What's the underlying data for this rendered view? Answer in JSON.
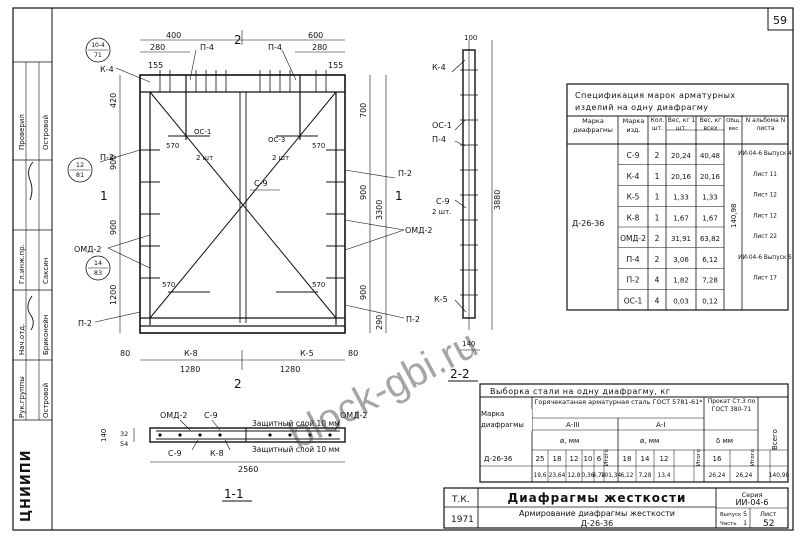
{
  "page_number": "59",
  "stamp": {
    "organization": "ЦНИИПИ"
  },
  "watermark": "block-gbi.ru",
  "left_strip": {
    "rows": [
      {
        "role": "Проверил",
        "name": "Островой"
      },
      {
        "role": "Гл.инж.пр.",
        "name": "Саксин"
      },
      {
        "role": "Нач.отд.",
        "name": "Бриконейн"
      },
      {
        "role": "Рук.группы",
        "name": "Островой"
      }
    ]
  },
  "plan": {
    "dims_top": [
      "400",
      "600",
      "280",
      "280",
      "155",
      "155"
    ],
    "section_marks": [
      "2",
      "2",
      "1",
      "1"
    ],
    "dims_left": [
      "420",
      "900",
      "900",
      "1200"
    ],
    "dims_right": [
      "700",
      "900",
      "3300",
      "900",
      "290"
    ],
    "dims_bottom": [
      "80",
      "1280",
      "1280",
      "80"
    ],
    "circle_tags": [
      {
        "num": "10-4",
        "den": "71"
      },
      {
        "num": "12",
        "den": "81"
      },
      {
        "num": "14",
        "den": "83"
      }
    ],
    "labels": {
      "k4": "К-4",
      "p4_left": "П-4",
      "p4_right": "П-4",
      "oc1_left": "ОС-1",
      "oc1_left_qty": "2 шт",
      "oc3_right": "ОС-3",
      "oc3_right_qty": "2 шт",
      "dim_570": "570",
      "p2": "П-2",
      "c9": "С-9",
      "omd2": "ОМД-2",
      "k8": "К-8",
      "k5": "К-5"
    }
  },
  "section22": {
    "title": "2-2",
    "dims": [
      "100",
      "3880",
      "140"
    ],
    "labels": {
      "k4": "К-4",
      "oc1": "ОС-1",
      "p4": "П-4",
      "c9": "С-9",
      "c9_qty": "2 шт.",
      "k5": "К-5"
    }
  },
  "section11": {
    "title": "1-1",
    "labels": {
      "omd2": "ОМД-2",
      "c9": "С-9",
      "k8": "К-8",
      "cover_top": "Защитный слой 10 мм",
      "cover_bottom": "Защитный слой 10 мм"
    },
    "dims": [
      "2560",
      "140",
      "32",
      "54"
    ]
  },
  "spec_table": {
    "title_line1": "Спецификация марок арматурных",
    "title_line2": "изделий на одну диафрагму",
    "headers": [
      "Марка диафрагмы",
      "Марка изд.",
      "Кол. шт.",
      "Вес, кг 1 шт.",
      "Вес, кг всех",
      "Общ. вес",
      "N альбома N листа"
    ],
    "mark": "Д-26-36",
    "total": "140,98",
    "rows": [
      {
        "item": "С-9",
        "qty": "2",
        "one": "20,24",
        "all": "40,48",
        "ref": "ИИ-04-6 Выпуск 4"
      },
      {
        "item": "К-4",
        "qty": "1",
        "one": "20,16",
        "all": "20,16",
        "ref": "Лист 11"
      },
      {
        "item": "К-5",
        "qty": "1",
        "one": "1,33",
        "all": "1,33",
        "ref": "Лист 12"
      },
      {
        "item": "К-8",
        "qty": "1",
        "one": "1,67",
        "all": "1,67",
        "ref": "Лист 12"
      },
      {
        "item": "ОМД-2",
        "qty": "2",
        "one": "31,91",
        "all": "63,82",
        "ref": "Лист 22"
      },
      {
        "item": "П-4",
        "qty": "2",
        "one": "3,06",
        "all": "6,12",
        "ref": "ИИ-04-6 Выпуск 5"
      },
      {
        "item": "П-2",
        "qty": "4",
        "one": "1,82",
        "all": "7,28",
        "ref": "Лист 17"
      },
      {
        "item": "ОС-1",
        "qty": "4",
        "one": "0,03",
        "all": "0,12",
        "ref": ""
      }
    ]
  },
  "steel_table": {
    "title": "Выборка стали на одну диафрагму, кг",
    "h_mark": "Марка диафрагмы",
    "h_hot": "Горячекатаная арматурная сталь ГОСТ 5781-61*",
    "h_a3": "А-III",
    "h_a1": "А-I",
    "h_phi": "ø, мм",
    "h_itogo": "Итого",
    "h_prokat": "Прокат Ст.3 по ГОСТ 380-71",
    "h_delta": "δ мм",
    "h_total": "Всего",
    "mark": "Д-26-36",
    "diam_a3": [
      "25",
      "18",
      "12",
      "10",
      "6"
    ],
    "diam_a1": [
      "18",
      "14",
      "12"
    ],
    "diam_pr": [
      "16"
    ],
    "vals_a3": [
      "19,6",
      "23,64",
      "12,8",
      "0,36",
      "4,74"
    ],
    "itogo_a3": "101,34",
    "vals_a1": [
      "6,12",
      "7,28",
      "13,4"
    ],
    "itogo_a1": "",
    "vals_pr": [
      "26,24"
    ],
    "itogo_pr": "26,24",
    "grand_total": "140,98"
  },
  "title_block": {
    "code": "Т.К.",
    "year": "1971",
    "title": "Диафрагмы жесткости",
    "subtitle1": "Армирование диафрагмы жесткости",
    "subtitle2": "Д-26-36",
    "series_label": "Серия",
    "series": "ИИ-04-6",
    "issue_label": "Выпуск",
    "issue": "5",
    "part_label": "Часть",
    "part": "1",
    "sheet_label": "Лист",
    "sheet": "52"
  }
}
